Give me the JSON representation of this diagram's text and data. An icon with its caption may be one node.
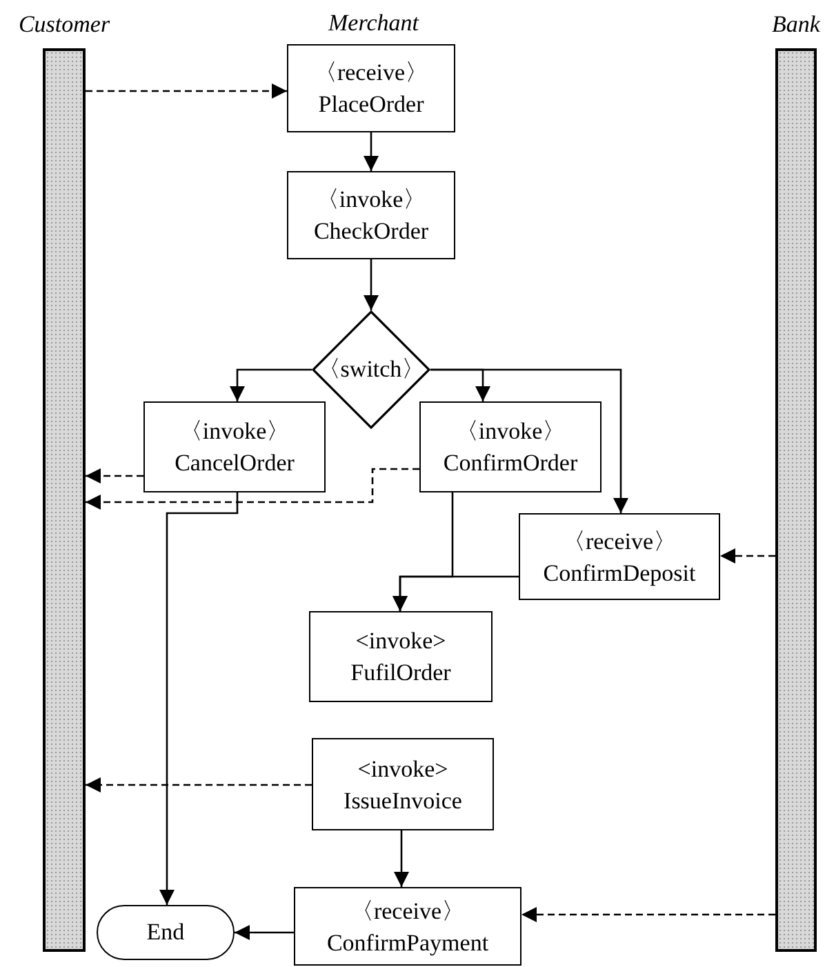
{
  "diagram": {
    "nodes": [
      {
        "text": [
          "Customer"
        ]
      },
      {
        "text": [
          "Bank"
        ]
      },
      {
        "text": [
          "〈receive〉",
          "PlaceOrder"
        ]
      },
      {
        "text": [
          "〈invoke〉",
          "CheckOrder"
        ]
      },
      {
        "text": [
          "〈switch〉"
        ]
      },
      {
        "text": [
          "〈invoke〉",
          "CancelOrder"
        ]
      },
      {
        "text": [
          "〈invoke〉",
          "ConfirmOrder"
        ]
      },
      {
        "text": [
          "〈receive〉",
          "ConfirmDeposit"
        ]
      },
      {
        "text": [
          "<invoke>",
          "FufilOrder"
        ]
      },
      {
        "text": [
          "<invoke>",
          "IssueInvoice"
        ]
      },
      {
        "text": [
          "〈receive〉",
          "ConfirmPayment"
        ]
      },
      {
        "text": [
          "End"
        ]
      }
    ],
    "edges": [
      {
        "from": 0,
        "to": 2,
        "arrow": "to",
        "style": "dashed"
      },
      {
        "from": 2,
        "to": 3,
        "arrow": "to"
      },
      {
        "from": 3,
        "to": 4,
        "arrow": "to"
      },
      {
        "from": 4,
        "to": 5,
        "arrow": "to"
      },
      {
        "from": 4,
        "to": 6,
        "arrow": "to"
      },
      {
        "from": 4,
        "to": 7,
        "arrow": "to"
      },
      {
        "from": 6,
        "to": 0,
        "arrow": "to",
        "style": "dashed"
      },
      {
        "from": 5,
        "to": 0,
        "arrow": "to",
        "style": "dashed"
      },
      {
        "from": 5,
        "to": 11,
        "arrow": "to"
      },
      {
        "from": 6,
        "to": 8,
        "arrow": "to"
      },
      {
        "from": 7,
        "to": 8,
        "arrow": "to"
      },
      {
        "from": 1,
        "to": 7,
        "arrow": "to",
        "style": "dashed"
      },
      {
        "from": 9,
        "to": 0,
        "arrow": "to",
        "style": "dashed"
      },
      {
        "from": 9,
        "to": 10,
        "arrow": "to"
      },
      {
        "from": 1,
        "to": 10,
        "arrow": "to",
        "style": "dashed"
      },
      {
        "from": 10,
        "to": 11,
        "arrow": "to"
      }
    ],
    "labels": [
      "Merchant"
    ]
  }
}
